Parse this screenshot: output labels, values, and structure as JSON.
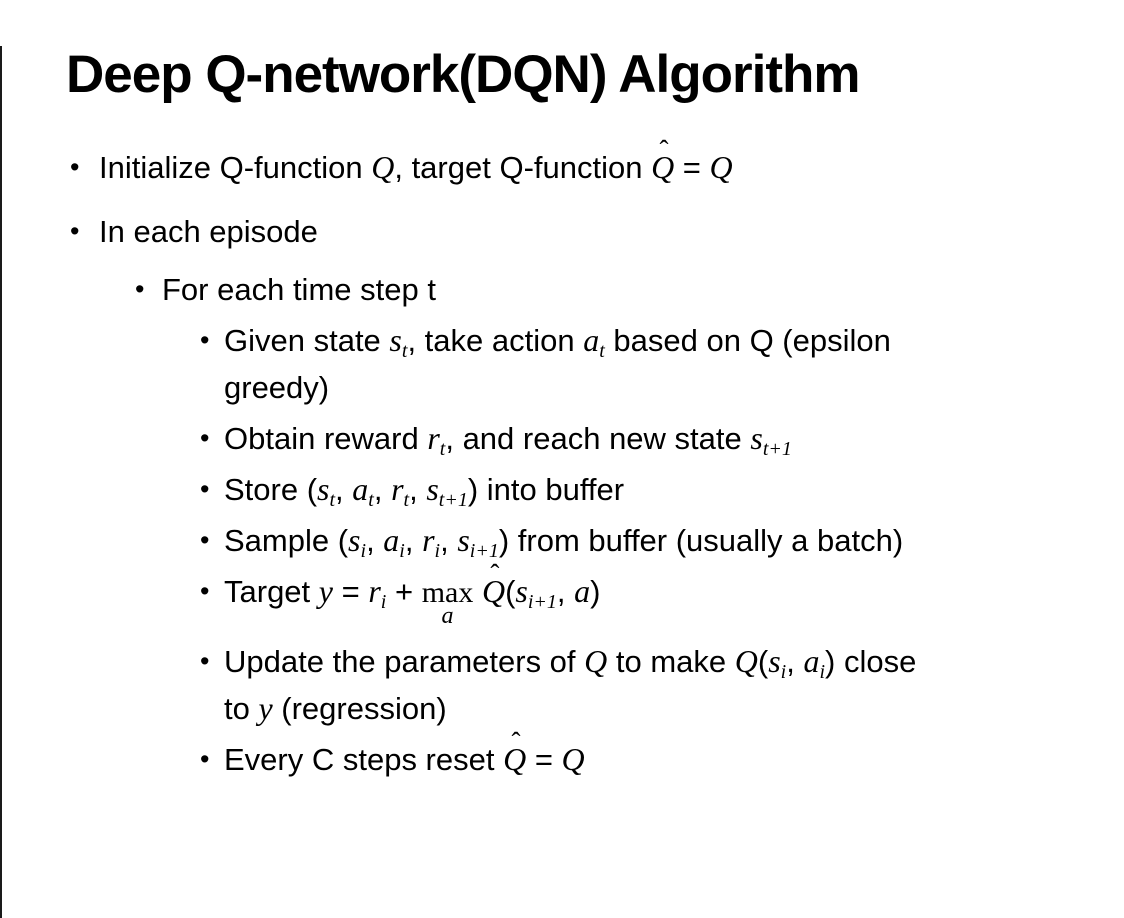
{
  "page": {
    "title": "Deep Q-network(DQN) Algorithm",
    "bullet_char": "•",
    "text_color": "#000000",
    "background_color": "#ffffff"
  },
  "content": {
    "bullets": [
      {
        "level": 1,
        "segments": [
          {
            "s": "p",
            "t": "Initialize Q-function "
          },
          {
            "s": "m",
            "t": "Q"
          },
          {
            "s": "p",
            "t": ", target Q-function "
          },
          {
            "s": "mh",
            "t": "Q",
            "hat": "ˆ"
          },
          {
            "s": "p",
            "t": " = "
          },
          {
            "s": "m",
            "t": "Q"
          }
        ]
      },
      {
        "level": 1,
        "segments": [
          {
            "s": "p",
            "t": "In each episode"
          }
        ]
      },
      {
        "level": 2,
        "segments": [
          {
            "s": "p",
            "t": "For each time step t"
          }
        ]
      },
      {
        "level": 3,
        "segments": [
          {
            "s": "p",
            "t": "Given state "
          },
          {
            "s": "m",
            "t": "s"
          },
          {
            "s": "sub",
            "t": "t"
          },
          {
            "s": "p",
            "t": ", take action "
          },
          {
            "s": "m",
            "t": "a"
          },
          {
            "s": "sub",
            "t": "t"
          },
          {
            "s": "p",
            "t": " based on Q (epsilon"
          },
          {
            "s": "br"
          },
          {
            "s": "p",
            "t": "greedy)"
          }
        ]
      },
      {
        "level": 3,
        "segments": [
          {
            "s": "p",
            "t": "Obtain reward "
          },
          {
            "s": "m",
            "t": "r"
          },
          {
            "s": "sub",
            "t": "t"
          },
          {
            "s": "p",
            "t": ", and reach new state "
          },
          {
            "s": "m",
            "t": "s"
          },
          {
            "s": "sub",
            "t": "t+1"
          }
        ]
      },
      {
        "level": 3,
        "segments": [
          {
            "s": "p",
            "t": "Store ("
          },
          {
            "s": "m",
            "t": "s"
          },
          {
            "s": "sub",
            "t": "t"
          },
          {
            "s": "p",
            "t": ", "
          },
          {
            "s": "m",
            "t": "a"
          },
          {
            "s": "sub",
            "t": "t"
          },
          {
            "s": "p",
            "t": ", "
          },
          {
            "s": "m",
            "t": "r"
          },
          {
            "s": "sub",
            "t": "t"
          },
          {
            "s": "p",
            "t": ", "
          },
          {
            "s": "m",
            "t": "s"
          },
          {
            "s": "sub",
            "t": "t+1"
          },
          {
            "s": "p",
            "t": ") into buffer"
          }
        ]
      },
      {
        "level": 3,
        "segments": [
          {
            "s": "p",
            "t": "Sample ("
          },
          {
            "s": "m",
            "t": "s"
          },
          {
            "s": "sub",
            "t": "i"
          },
          {
            "s": "p",
            "t": ", "
          },
          {
            "s": "m",
            "t": "a"
          },
          {
            "s": "sub",
            "t": "i"
          },
          {
            "s": "p",
            "t": ", "
          },
          {
            "s": "m",
            "t": "r"
          },
          {
            "s": "sub",
            "t": "i"
          },
          {
            "s": "p",
            "t": ", "
          },
          {
            "s": "m",
            "t": "s"
          },
          {
            "s": "sub",
            "t": "i+1"
          },
          {
            "s": "p",
            "t": ") from buffer (usually a batch)"
          }
        ]
      },
      {
        "level": 3,
        "segments": [
          {
            "s": "p",
            "t": "Target "
          },
          {
            "s": "m",
            "t": "y"
          },
          {
            "s": "p",
            "t": " = "
          },
          {
            "s": "m",
            "t": "r"
          },
          {
            "s": "sub",
            "t": "i"
          },
          {
            "s": "p",
            "t": " + "
          },
          {
            "s": "us",
            "t": "max",
            "u": "a"
          },
          {
            "s": "p",
            "t": " "
          },
          {
            "s": "mh",
            "t": "Q",
            "hat": "ˆ"
          },
          {
            "s": "p",
            "t": "("
          },
          {
            "s": "m",
            "t": "s"
          },
          {
            "s": "sub",
            "t": "i+1"
          },
          {
            "s": "p",
            "t": ", "
          },
          {
            "s": "m",
            "t": "a"
          },
          {
            "s": "p",
            "t": ")"
          }
        ]
      },
      {
        "level": 3,
        "segments": [
          {
            "s": "p",
            "t": "Update the parameters of "
          },
          {
            "s": "m",
            "t": "Q"
          },
          {
            "s": "p",
            "t": " to make "
          },
          {
            "s": "m",
            "t": "Q"
          },
          {
            "s": "p",
            "t": "("
          },
          {
            "s": "m",
            "t": "s"
          },
          {
            "s": "sub",
            "t": "i"
          },
          {
            "s": "p",
            "t": ", "
          },
          {
            "s": "m",
            "t": "a"
          },
          {
            "s": "sub",
            "t": "i"
          },
          {
            "s": "p",
            "t": ") close"
          },
          {
            "s": "br"
          },
          {
            "s": "p",
            "t": "to "
          },
          {
            "s": "m",
            "t": "y"
          },
          {
            "s": "p",
            "t": " (regression)"
          }
        ]
      },
      {
        "level": 3,
        "segments": [
          {
            "s": "p",
            "t": "Every C steps reset "
          },
          {
            "s": "mh",
            "t": "Q",
            "hat": "ˆ"
          },
          {
            "s": "p",
            "t": " = "
          },
          {
            "s": "m",
            "t": "Q"
          }
        ]
      }
    ]
  }
}
